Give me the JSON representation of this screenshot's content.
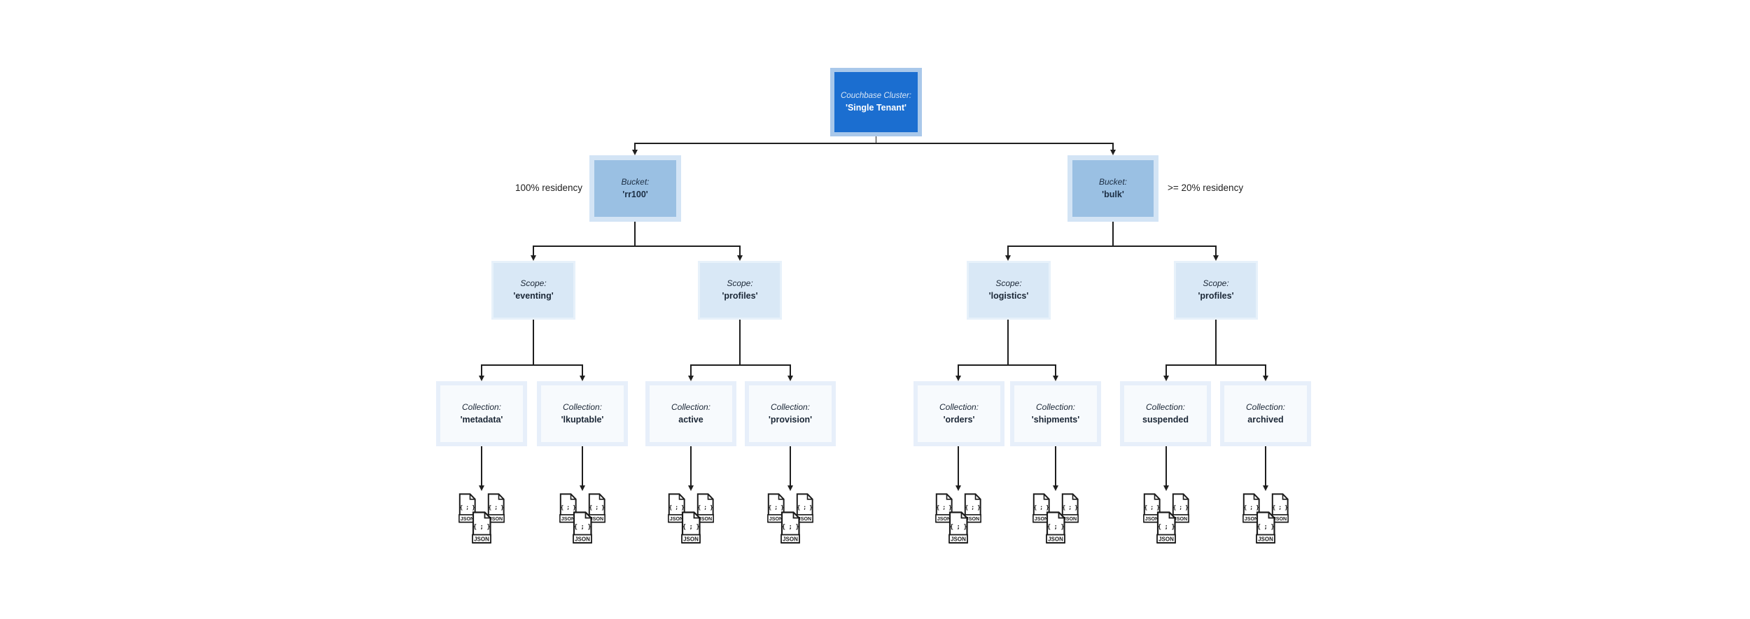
{
  "diagram": {
    "cluster": {
      "type_label": "Couchbase Cluster:",
      "name": "'Single Tenant'"
    },
    "buckets": [
      {
        "type_label": "Bucket:",
        "name": "'rr100'",
        "annotation": "100% residency"
      },
      {
        "type_label": "Bucket:",
        "name": "'bulk'",
        "annotation": ">= 20% residency"
      }
    ],
    "scopes": [
      {
        "type_label": "Scope:",
        "name": "'eventing'"
      },
      {
        "type_label": "Scope:",
        "name": "'profiles'"
      },
      {
        "type_label": "Scope:",
        "name": "'logistics'"
      },
      {
        "type_label": "Scope:",
        "name": "'profiles'"
      }
    ],
    "collections": [
      {
        "type_label": "Collection:",
        "name": "'metadata'"
      },
      {
        "type_label": "Collection:",
        "name": "'lkuptable'"
      },
      {
        "type_label": "Collection:",
        "name": "active"
      },
      {
        "type_label": "Collection:",
        "name": "'provision'"
      },
      {
        "type_label": "Collection:",
        "name": "'orders'"
      },
      {
        "type_label": "Collection:",
        "name": "'shipments'"
      },
      {
        "type_label": "Collection:",
        "name": "suspended"
      },
      {
        "type_label": "Collection:",
        "name": "archived"
      }
    ],
    "icons": {
      "json_doc": {
        "braces_glyph": "{ ; }",
        "label": "JSON"
      }
    },
    "colors": {
      "cluster_fill": "#1b6ed0",
      "cluster_frame": "#a9c8ea",
      "bucket_fill": "#9ac0e3",
      "bucket_frame": "#d3e4f5",
      "scope_fill": "#d9e8f6",
      "scope_frame": "#e7f1fa",
      "collection_fill": "#f7fafd",
      "collection_frame": "#e7effa",
      "connector": "#1f1f1f"
    }
  }
}
